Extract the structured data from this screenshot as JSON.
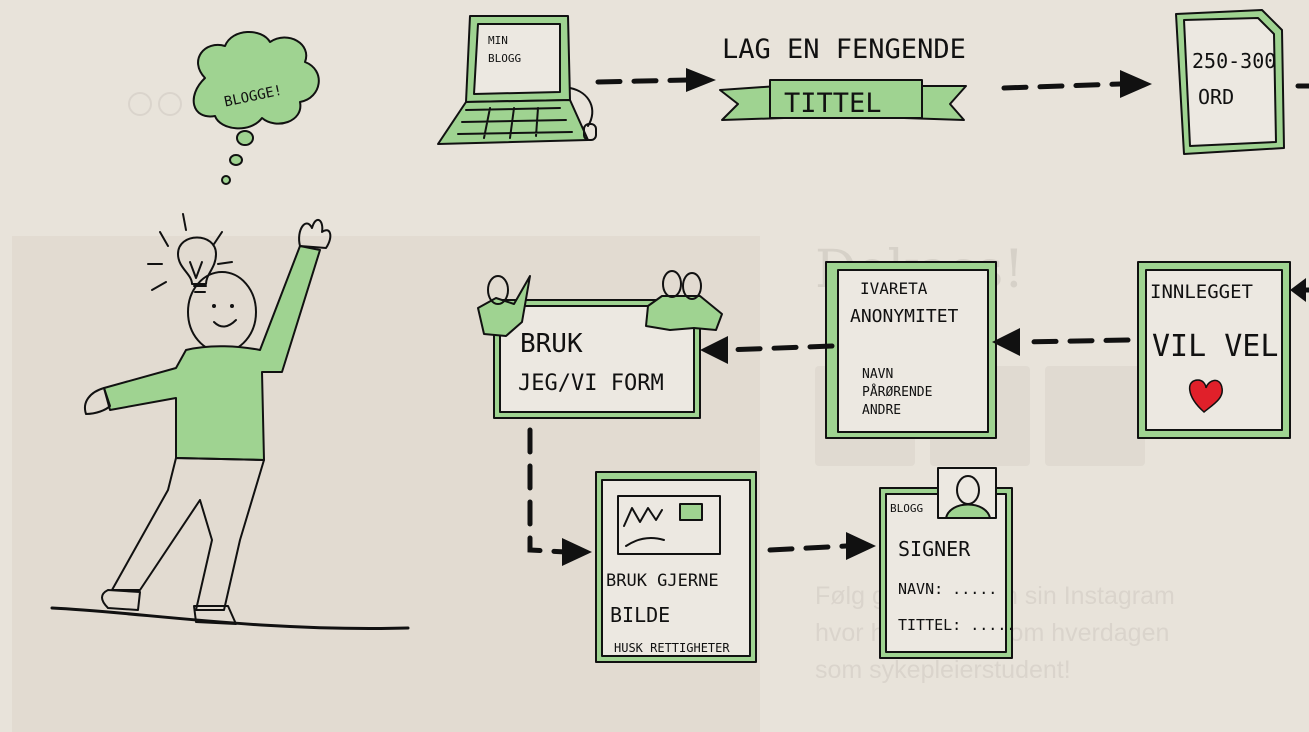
{
  "thought_bubble": "BLOGGE!",
  "laptop_screen": [
    "MIN",
    "BLOGG"
  ],
  "steps": {
    "title": {
      "heading": "LAG EN FENGENDE",
      "banner": "TITTEL"
    },
    "length": [
      "250-300",
      "ORD"
    ],
    "goodwill": {
      "line1": "INNLEGGET",
      "line2": "VIL VEL"
    },
    "anonymity": {
      "heading": [
        "IVARETA",
        "ANONYMITET"
      ],
      "list": [
        "NAVN",
        "PÅRØRENDE",
        "ANDRE"
      ]
    },
    "form": [
      "BRUK",
      "JEG/VI FORM"
    ],
    "image": [
      "BRUK GJERNE",
      "BILDE",
      "HUSK RETTIGHETER"
    ],
    "sign": {
      "tag": "BLOGG",
      "heading": "SIGNER",
      "fields": [
        "NAVN: .....",
        "TITTEL: ....."
      ]
    }
  },
  "background_page": {
    "heading": "Dekass!",
    "body": "Følg gjerne Kristin sin Instagram hvor hun forteller om hverdagen som sykepleierstudent!"
  },
  "colors": {
    "accent_green": "#9fd391",
    "heart": "#e0202a",
    "bulb": "#f4e312",
    "skin": "#f1dcbb",
    "pants": "#5c5c5e",
    "background": "#e8e3da"
  }
}
